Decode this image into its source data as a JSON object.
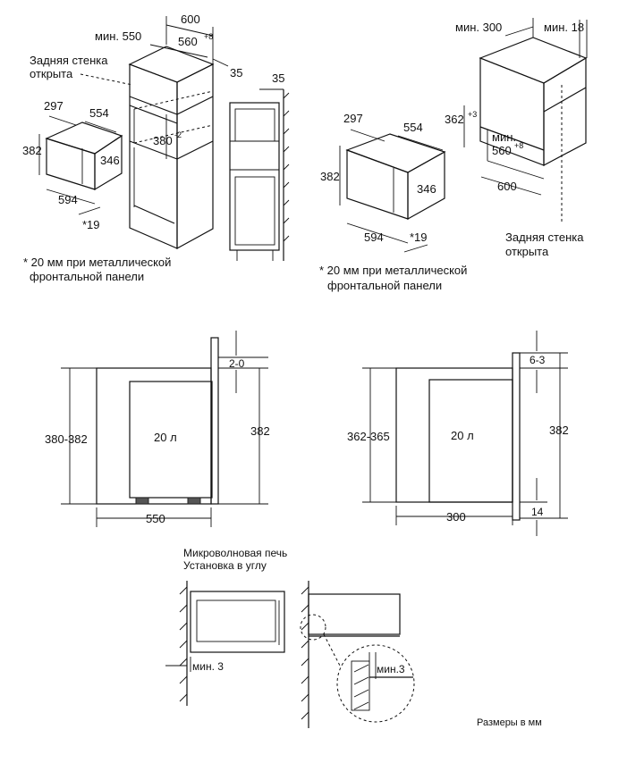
{
  "top_left": {
    "cabinet_width": "600",
    "min_depth": "мин. 550",
    "niche_depth": "560",
    "niche_depth_tol": "+8",
    "rear_wall_note_line1": "Задняя стенка",
    "rear_wall_note_line2": "открыта",
    "side_gap": "35",
    "side_gap_right": "35",
    "niche_height": "380",
    "niche_height_tol": "-2",
    "oven_depth": "297",
    "oven_width": "554",
    "oven_height": "382",
    "oven_inner_height": "346",
    "front_width": "594",
    "front_offset": "*19",
    "footnote_line1": "* 20 мм при металлической",
    "footnote_line2": "фронтальной панели"
  },
  "top_right": {
    "min_depth": "мин. 300",
    "min_side": "мин. 18",
    "oven_depth": "297",
    "oven_width": "554",
    "niche_height": "362",
    "niche_height_tol": "+3",
    "niche_width_min": "мин.",
    "niche_width": "560",
    "niche_width_tol": "+8",
    "oven_height": "382",
    "oven_inner_height": "346",
    "cabinet_width": "600",
    "front_width": "594",
    "front_offset": "*19",
    "rear_wall_note_line1": "Задняя стенка",
    "rear_wall_note_line2": "открыта",
    "footnote_line1": "* 20 мм при металлической",
    "footnote_line2": "фронтальной панели"
  },
  "mid_left": {
    "top_gap": "2-0",
    "niche_height": "380-382",
    "volume": "20 л",
    "oven_height": "382",
    "depth": "550"
  },
  "mid_right": {
    "top_gap": "6-3",
    "niche_height": "362-365",
    "volume": "20 л",
    "oven_height": "382",
    "bottom": "14",
    "depth": "300"
  },
  "bottom": {
    "title_line1": "Микроволновая печь",
    "title_line2": "Установка в углу",
    "min_gap_left": "мин. 3",
    "min_gap_right": "мин.3",
    "units_note": "Размеры в мм"
  }
}
